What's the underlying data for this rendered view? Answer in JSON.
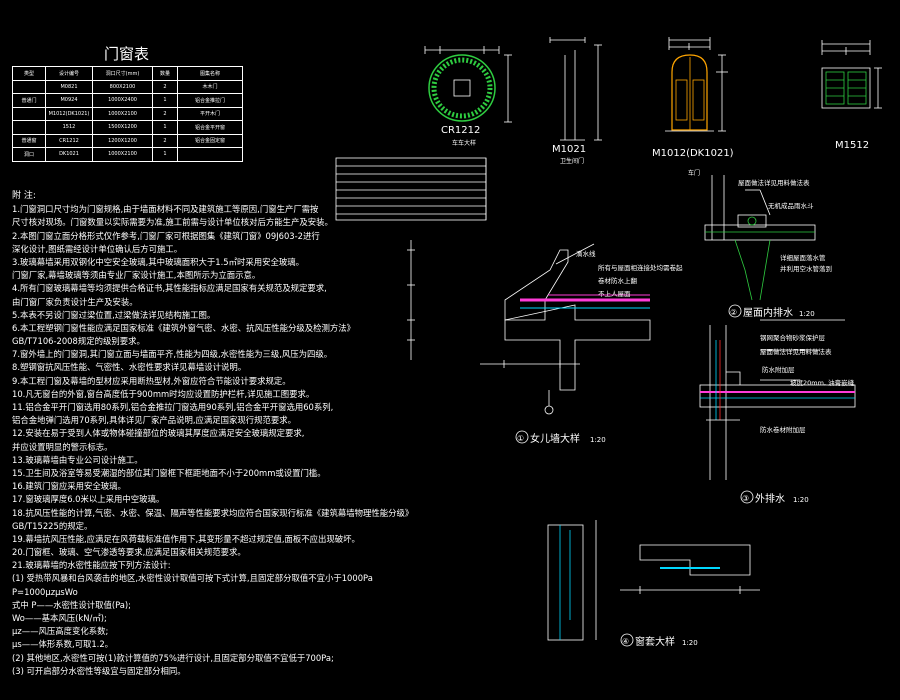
{
  "door_window_table": {
    "title": "门窗表",
    "headers": [
      "类型",
      "设计编号",
      "洞口尺寸(mm)",
      "数量",
      "图集名称"
    ],
    "rows": [
      [
        "",
        "M0821",
        "800X2100",
        "2",
        "木木门"
      ],
      [
        "普通门",
        "M0924",
        "1000X2400",
        "1",
        "铝合金推拉门"
      ],
      [
        "",
        "M1012(DK1021)",
        "1000X2100",
        "2",
        "平开木门"
      ],
      [
        "",
        "1512",
        "1500X1200",
        "1",
        "铝合金平开窗"
      ],
      [
        "普通窗",
        "CR1212",
        "1200X1200",
        "2",
        "铝合金固定窗"
      ],
      [
        "洞口",
        "DK1021",
        "1000X2100",
        "1",
        ""
      ]
    ]
  },
  "notes": {
    "heading": "附 注:",
    "lines": [
      "1.门窗洞口尺寸均为门窗规格,由于墙面材料不同及建筑施工等原因,门窗生产厂需按",
      "  尺寸核对现场。门窗数量以实际需要为准,施工前需与设计单位核对后方能生产及安装。",
      "2.本图门窗立面分格形式仅作参考,门窗厂家可根据图集《建筑门窗》09J603-2进行",
      "  深化设计,图纸需经设计单位确认后方可施工。",
      "3.玻璃幕墙采用双钢化中空安全玻璃,其中玻璃面积大于1.5㎡时采用安全玻璃。",
      "  门窗厂家,幕墙玻璃等须由专业厂家设计施工,本图所示为立面示意。",
      "4.所有门窗玻璃幕墙等均须提供合格证书,其性能指标应满足国家有关规范及规定要求,",
      "  由门窗厂家负责设计生产及安装。",
      "5.本表不另设门窗过梁位置,过梁做法详见结构施工图。",
      "6.本工程塑钢门窗性能应满足国家标准《建筑外窗气密、水密、抗风压性能分级及检测方法》",
      "GB/T7106-2008规定的级别要求。",
      "7.窗外墙上的门窗洞,其门窗立面与墙面平齐,性能为四级,水密性能为三级,风压为四级。",
      "8.塑钢窗抗风压性能、气密性、水密性要求详见幕墙设计说明。",
      "9.本工程门窗及幕墙的型材应采用断热型材,外窗应符合节能设计要求规定。",
      "10.凡无窗台的外窗,窗台高度低于900mm时均应设置防护栏杆,详见施工图要求。",
      "11.铝合金平开门窗选用80系列,铝合金推拉门窗选用90系列,铝合金平开窗选用60系列,",
      "  铝合金地弹门选用70系列,具体详见厂家产品说明,应满足国家现行规范要求。",
      "12.安装在易于受到人体或物体碰撞部位的玻璃其厚度应满足安全玻璃规定要求,",
      "  并应设置明显的警示标志。",
      "13.玻璃幕墙由专业公司设计施工。",
      "15.卫生间及浴室等易受潮湿的部位其门窗框下框距地面不小于200mm或设置门槛。",
      "16.建筑门窗应采用安全玻璃。",
      "17.窗玻璃厚度6.0米以上采用中空玻璃。",
      "18.抗风压性能的计算,气密、水密、保温、隔声等性能要求均应符合国家现行标准《建筑幕墙物理性能分级》",
      "GB/T15225的规定。",
      "19.幕墙抗风压性能,应满足在风荷载标准值作用下,其变形量不超过规定值,面板不应出现破坏。",
      "20.门窗框、玻璃、空气渗透等要求,应满足国家相关规范要求。",
      "21.玻璃幕墙的水密性能应按下列方法设计:",
      "  (1) 受热带风暴和台风袭击的地区,水密性设计取值可按下式计算,且固定部分取值不宜小于1000Pa",
      "            P=1000μzμsWo",
      "        式中  P——水密性设计取值(Pa);",
      "              Wo——基本风压(kN/㎡);",
      "              μz——风压高度变化系数;",
      "              μs——体形系数,可取1.2。",
      "  (2) 其他地区,水密性可按(1)款计算值的75%进行设计,且固定部分取值不宜低于700Pa;",
      "  (3) 可开启部分水密性等级宜与固定部分相同。"
    ]
  },
  "window_labels": {
    "cr1212": "CR1212",
    "cr1212_sub": "车车大样",
    "m1021": "M1021",
    "m1021_sub": "卫生间门",
    "m1012": "M1012(DK1021)",
    "m1012_sub": "车门",
    "m1512": "M1512"
  },
  "detail_labels": {
    "parapet": "女儿墙大样",
    "parapet_num": "①",
    "parapet_scale": "1:20",
    "roof_drain": "屋面内排水",
    "roof_drain_num": "②",
    "roof_drain_scale": "1:20",
    "ext_drain": "外排水",
    "ext_drain_num": "③",
    "ext_drain_scale": "1:20",
    "window_sill": "窗套大样",
    "window_sill_num": "④",
    "window_sill_scale": "1:20"
  },
  "callouts": {
    "roof_drain_note1": "屋面做法详见用料做法表",
    "roof_drain_note2": "无机成品雨水斗",
    "roof_drain_note3": "详细屋面落水管",
    "roof_drain_note4": "并利用空水管落到",
    "ext_note1": "钢网聚合物砂浆保护层",
    "ext_note2": "屋面做法详见用料做法表",
    "ext_note3": "防水附加层",
    "ext_note4": "坡度20mm, 油膏嵌缝",
    "ext_note5": "防水卷材附加层",
    "parapet_note1": "滴水线",
    "parapet_note2": "所有与屋面相连接处均需卷起",
    "parapet_note3": "卷材防水上翻",
    "parapet_note4": "不上人屋面"
  },
  "colors": {
    "background": "#000000",
    "line": "#ffffff",
    "green": "#2ecc40",
    "cyan": "#00d8ff",
    "magenta": "#ff3bd8",
    "orange": "#ffa500",
    "yellow": "#ffff00",
    "red": "#ff2a2a"
  }
}
